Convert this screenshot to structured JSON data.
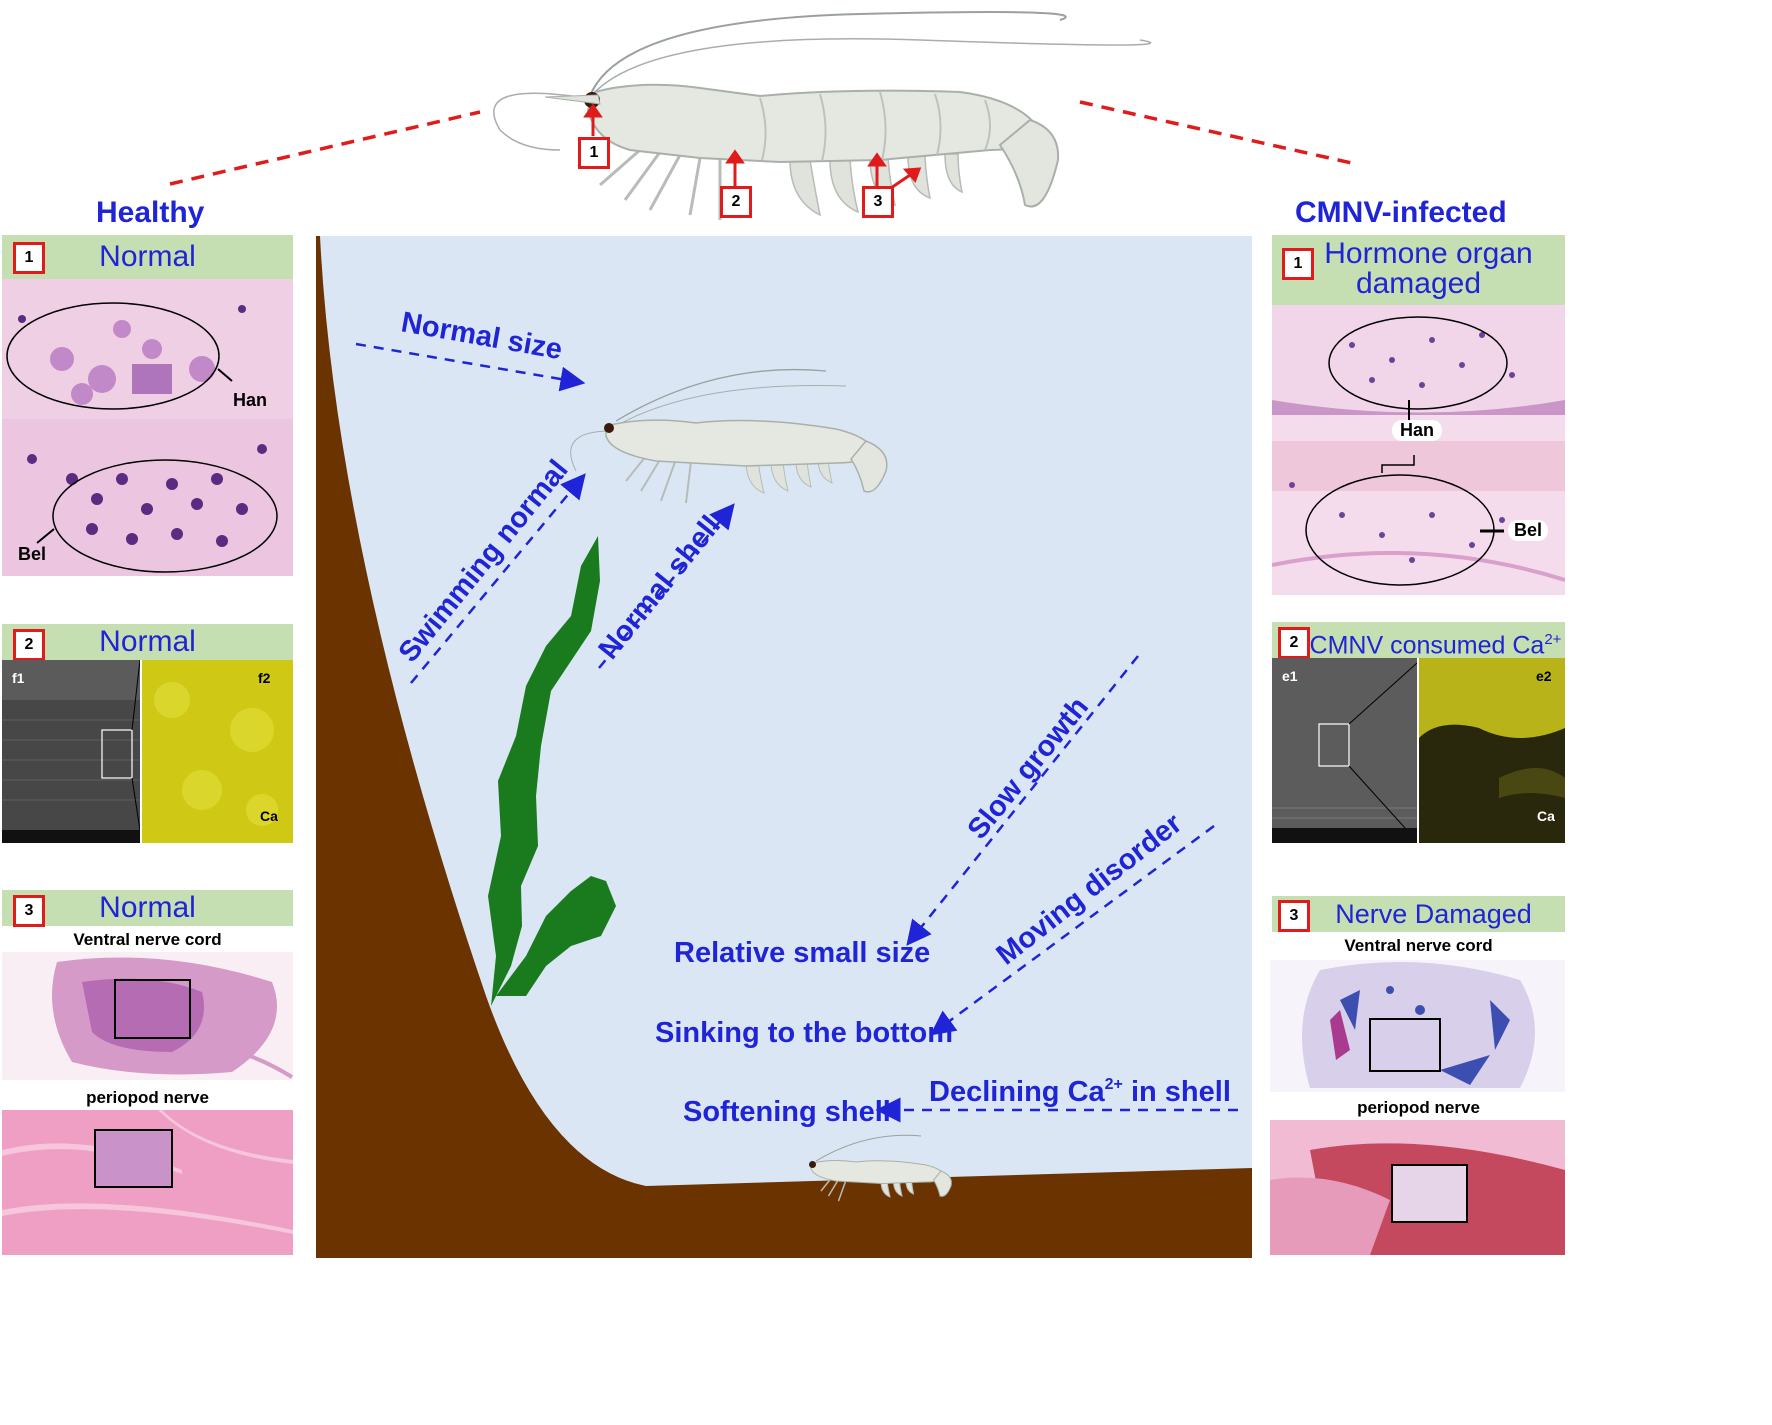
{
  "header": {
    "healthy_label": "Healthy",
    "infected_label": "CMNV-infected",
    "markers": [
      "1",
      "2",
      "3"
    ]
  },
  "left_panels": {
    "p1": {
      "num": "1",
      "title": "Normal",
      "label_han": "Han",
      "label_bel": "Bel"
    },
    "p2": {
      "num": "2",
      "title": "Normal",
      "label_a": "f1",
      "label_b": "f2",
      "label_element": "Ca"
    },
    "p3": {
      "num": "3",
      "title": "Normal",
      "cap_top": "Ventral nerve cord",
      "cap_bottom": "periopod nerve"
    }
  },
  "right_panels": {
    "p1": {
      "num": "1",
      "title_line1": "Hormone organ",
      "title_line2": "damaged",
      "label_han": "Han",
      "label_bel": "Bel"
    },
    "p2": {
      "num": "2",
      "title_main": "CMNV consumed Ca",
      "title_sup": "2+",
      "label_a": "e1",
      "label_b": "e2",
      "label_element": "Ca"
    },
    "p3": {
      "num": "3",
      "title": "Nerve Damaged",
      "cap_top": "Ventral nerve cord",
      "cap_bottom": "periopod nerve"
    }
  },
  "scene": {
    "normal_size": "Normal size",
    "swimming_normal": "Swimming normal",
    "normal_shell": "Normal shell",
    "slow_growth": "Slow growth",
    "moving_disorder": "Moving disorder",
    "relative_small": "Relative small size",
    "sinking": "Sinking to the bottom",
    "softening": "Softening shell",
    "declining_pre": "Declining Ca",
    "declining_sup": "2+",
    "declining_post": " in shell"
  },
  "colors": {
    "accent_blue": "#1f24d6",
    "panel_title_bg": "#c6dfb2",
    "badge_red": "#e01b1b",
    "water": "#dbe6f4",
    "soil": "#6b3300",
    "seaweed": "#1a7a1e",
    "he_pink": "#e9a9cf",
    "he_purple": "#9e4fa8",
    "calcium_yellow": "#d8d21a"
  }
}
